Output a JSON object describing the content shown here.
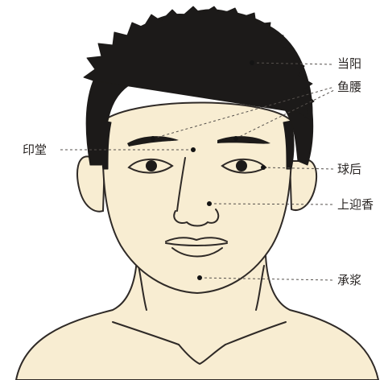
{
  "colors": {
    "skin": "#f8edd2",
    "hair": "#1c1a19",
    "outline": "#2f2a27",
    "leader": "#55504c",
    "dot": "#141414"
  },
  "labels": {
    "dangyang": "当阳",
    "yuyao": "鱼腰",
    "yintang": "印堂",
    "qiuhou": "球后",
    "shangyingxiang": "上迎香",
    "chengjiang": "承浆"
  }
}
